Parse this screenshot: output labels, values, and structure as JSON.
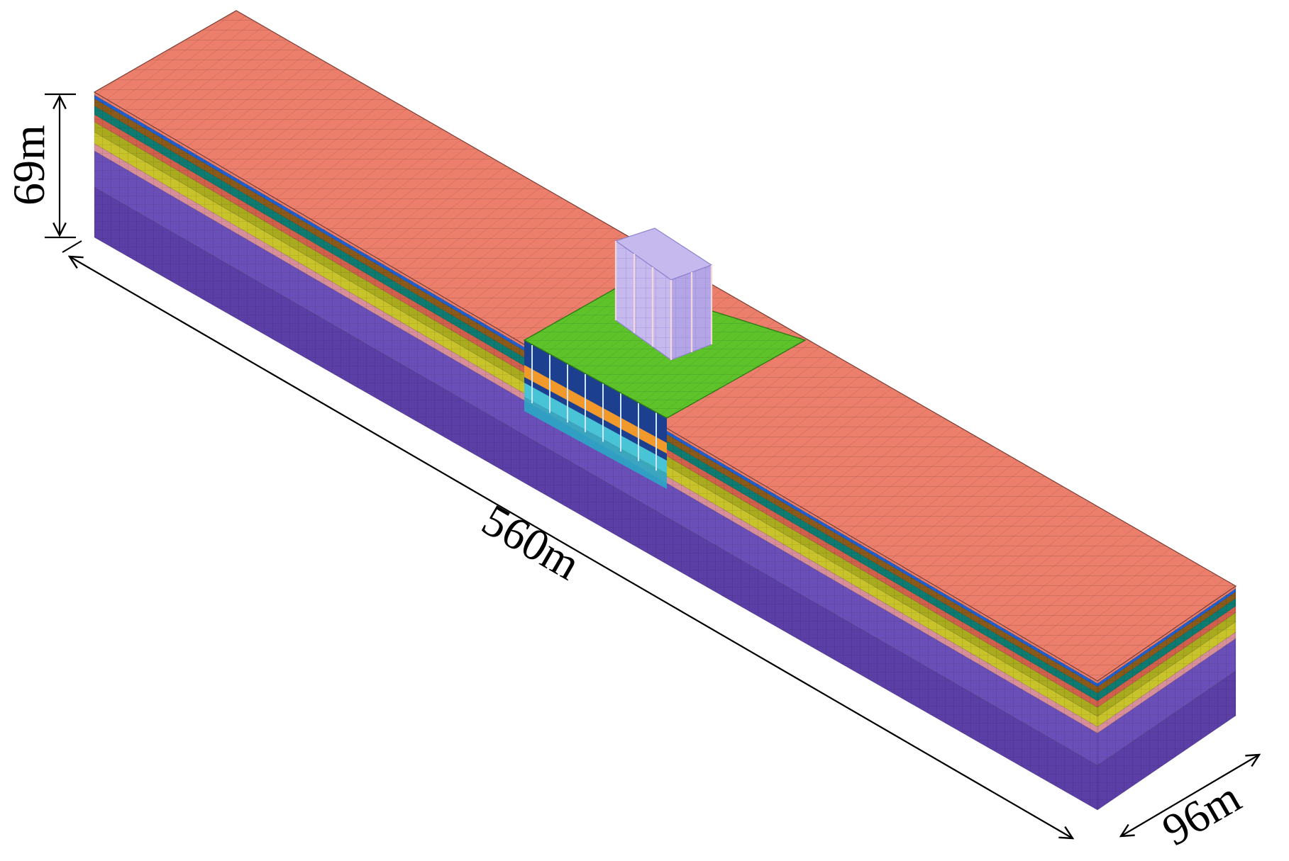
{
  "dimensions": {
    "height_label": "69m",
    "length_label": "560m",
    "width_label": "96m"
  },
  "colors": {
    "top_surface": "#ec7e6c",
    "mesh_line": "#7a3f36",
    "excavation_slab": "#5ec32a",
    "building": "#c6b9ee",
    "building_frame": "#8d82cf",
    "support_orange": "#f19a2b",
    "support_cyan": "#49c3d6",
    "support_blue": "#2a5dbf",
    "dim_line": "#000000"
  },
  "layers": [
    {
      "color": "#ec7e6c"
    },
    {
      "color": "#1f5fd0"
    },
    {
      "color": "#8a5a1a"
    },
    {
      "color": "#0f7a70"
    },
    {
      "color": "#d0604c"
    },
    {
      "color": "#a9aa1e"
    },
    {
      "color": "#c8c32a"
    },
    {
      "color": "#d98f9a"
    },
    {
      "color": "#6b4fb8"
    },
    {
      "color": "#5b3fa6"
    }
  ]
}
